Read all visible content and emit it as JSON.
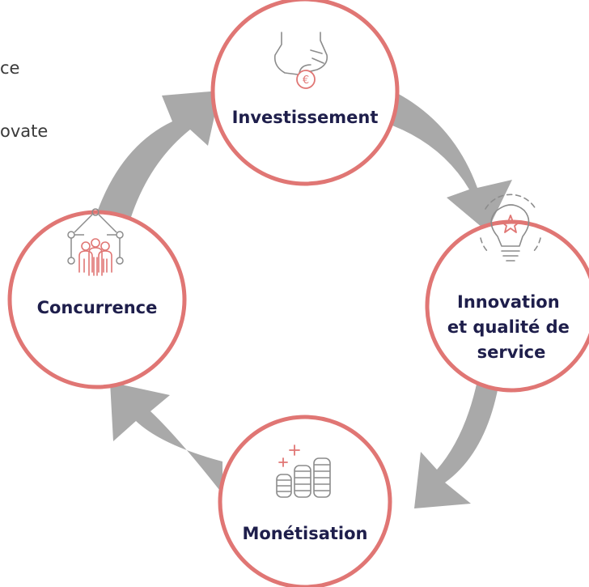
{
  "clipped_text": {
    "line1": "ce",
    "line2": "ovate"
  },
  "nodes": {
    "investissement": {
      "label": "Investissement",
      "icon": "hand-euro-coin-icon"
    },
    "innovation": {
      "lines": [
        "Innovation",
        "et qualité de",
        "service"
      ],
      "icon": "lightbulb-star-icon"
    },
    "monetisation": {
      "label": "Monétisation",
      "icon": "coin-stacks-icon"
    },
    "concurrence": {
      "label": "Concurrence",
      "icon": "people-network-icon"
    }
  },
  "colors": {
    "circle_stroke": "#e07674",
    "arrow_fill": "#a9a9a9",
    "label_text": "#1e1e4b",
    "icon_stroke": "#8c8c8c",
    "icon_accent": "#e07674"
  }
}
